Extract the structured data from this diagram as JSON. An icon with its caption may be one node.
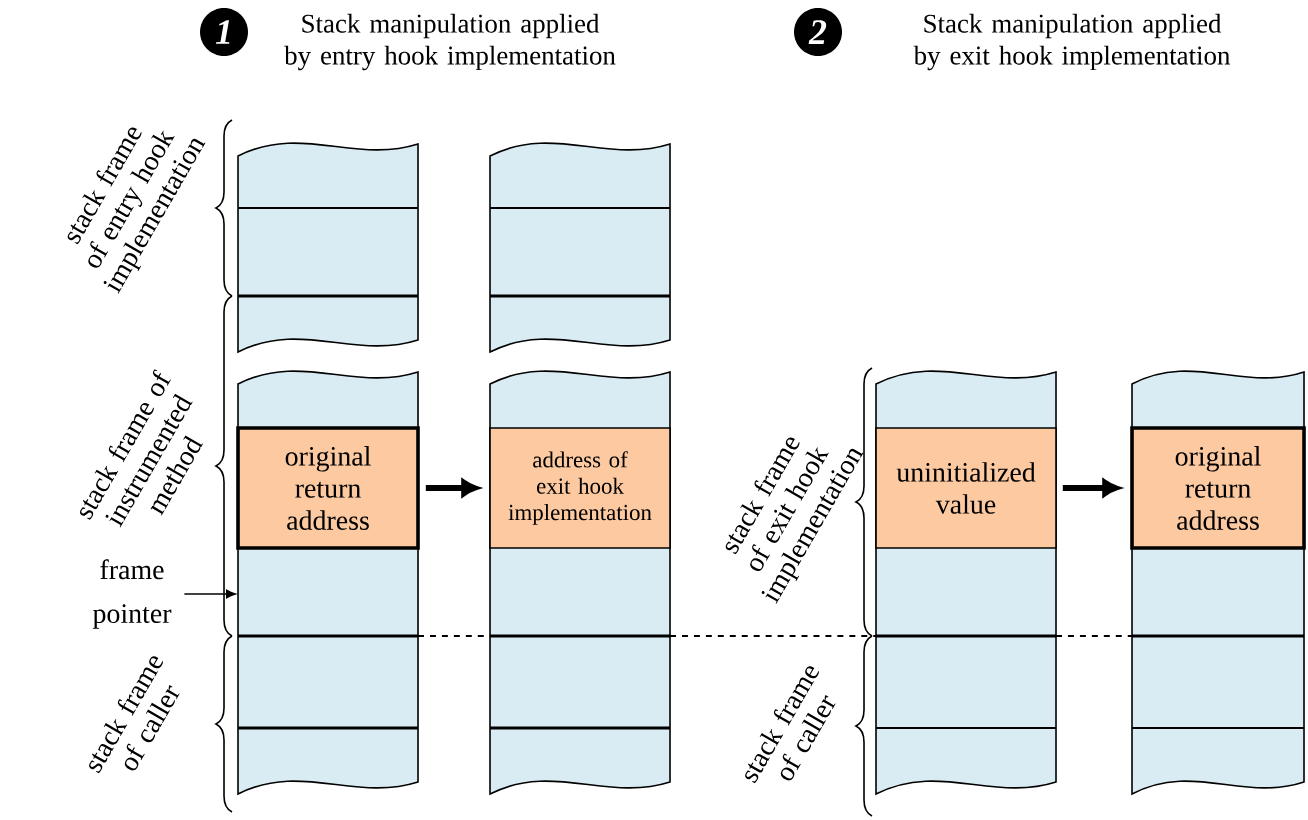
{
  "diagram": {
    "nodes": [
      {
        "text": [
          "original return address"
        ]
      },
      {
        "text": [
          "address of exit hook implementation"
        ]
      },
      {
        "text": [
          "uninitialized value"
        ]
      },
      {
        "text": [
          "original return address"
        ]
      },
      {
        "text": [
          "frame pointer"
        ]
      }
    ],
    "edges": [
      {
        "from": 0,
        "to": 1,
        "arrow": "to"
      },
      {
        "from": 2,
        "to": 3,
        "arrow": "to"
      },
      {
        "from": 4,
        "to": null,
        "arrow": "to"
      }
    ],
    "labels": [
      "1",
      "Stack manipulation applied by entry hook implementation",
      "2",
      "Stack manipulation applied by exit hook implementation",
      "stack frame of entry hook implementation",
      "stack frame of instrumented method",
      "stack frame of caller",
      "stack frame of exit hook implementation",
      "stack frame of caller"
    ]
  }
}
